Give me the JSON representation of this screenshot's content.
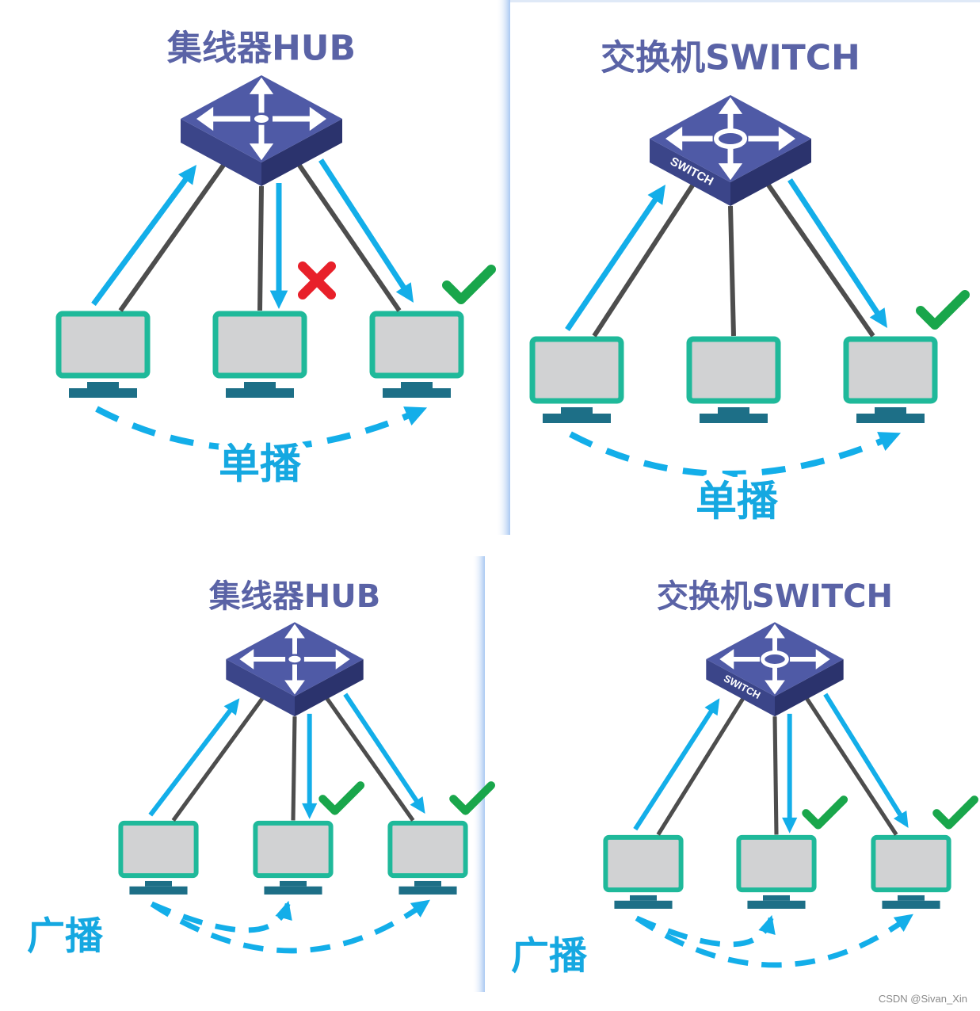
{
  "colors": {
    "title": "#5a63a6",
    "device_top": "#4f5aa6",
    "device_left": "#3b4589",
    "device_right": "#2b336d",
    "cable": "#4d4d4d",
    "arrow": "#13aee9",
    "monitor_border": "#1fb99a",
    "monitor_screen": "#d1d2d3",
    "stand": "#1d6f87",
    "check": "#19a64b",
    "cross": "#e8202a",
    "label": "#15a8e1"
  },
  "panels": [
    {
      "title": "集线器HUB",
      "device": "hub",
      "device_label": "",
      "mode_label": "单播",
      "targets": [
        {
          "receives": false,
          "mark": "none",
          "sender": true
        },
        {
          "receives": true,
          "mark": "cross"
        },
        {
          "receives": true,
          "mark": "check"
        }
      ]
    },
    {
      "title": "交换机SWITCH",
      "device": "switch",
      "device_label": "SWITCH",
      "mode_label": "单播",
      "targets": [
        {
          "receives": false,
          "mark": "none",
          "sender": true
        },
        {
          "receives": false,
          "mark": "none"
        },
        {
          "receives": true,
          "mark": "check"
        }
      ]
    },
    {
      "title": "集线器HUB",
      "device": "hub",
      "device_label": "",
      "mode_label": "广播",
      "targets": [
        {
          "receives": false,
          "mark": "none",
          "sender": true
        },
        {
          "receives": true,
          "mark": "check"
        },
        {
          "receives": true,
          "mark": "check"
        }
      ]
    },
    {
      "title": "交换机SWITCH",
      "device": "switch",
      "device_label": "SWITCH",
      "mode_label": "广播",
      "targets": [
        {
          "receives": false,
          "mark": "none",
          "sender": true
        },
        {
          "receives": true,
          "mark": "check"
        },
        {
          "receives": true,
          "mark": "check"
        }
      ]
    }
  ],
  "watermark": "CSDN @Sivan_Xin"
}
